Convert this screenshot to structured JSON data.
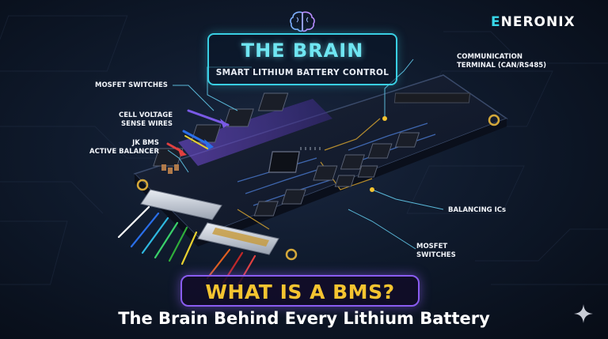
{
  "brand": {
    "name_part1": "E",
    "name_part2": "NERONIX"
  },
  "title": {
    "main": "THE BRAIN",
    "subtitle": "SMART LITHIUM BATTERY CONTROL"
  },
  "callouts": {
    "mosfet_switches_top": "MOSFET SWITCHES",
    "cell_voltage_line1": "CELL VOLTAGE",
    "cell_voltage_line2": "SENSE WIRES",
    "jk_bms_line1": "JK BMS",
    "jk_bms_line2": "ACTIVE BALANCER",
    "comm_line1": "COMMUNICATION",
    "comm_line2": "TERMINAL (CAN/RS485)",
    "balancing_ics": "BALANCING ICs",
    "mosfet_bottom_line1": "MOSFET",
    "mosfet_bottom_line2": "SWITCHES"
  },
  "banner": {
    "headline": "WHAT IS A BMS?",
    "tagline": "The Brain Behind Every Lithium Battery"
  },
  "icons": [
    "brain-icon",
    "sparkle-icon"
  ],
  "colors": {
    "accent_cyan": "#39cfe3",
    "accent_purple": "#8a5cf0",
    "headline_yellow": "#f4c430",
    "board": "#141c2e"
  }
}
